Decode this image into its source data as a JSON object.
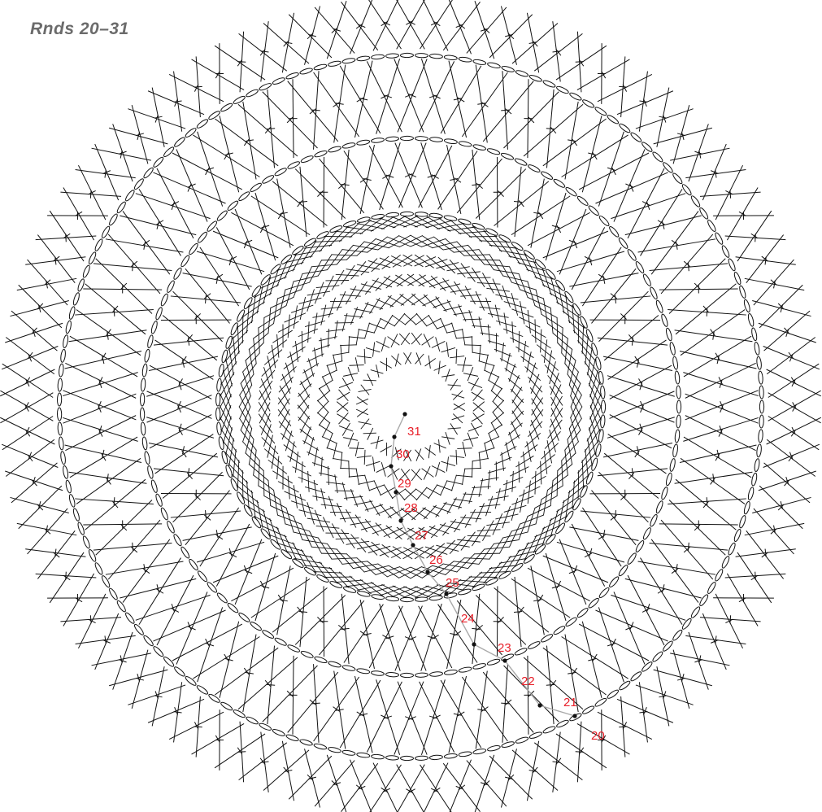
{
  "diagram": {
    "title": "Rnds 20–31",
    "round_labels": [
      "31",
      "30",
      "29",
      "28",
      "27",
      "26",
      "25",
      "24",
      "23",
      "22",
      "21",
      "20"
    ],
    "colors": {
      "ink": "#111111",
      "label": "#e8202a",
      "guide": "#a9a9a9",
      "title": "#6b6b6b"
    }
  }
}
